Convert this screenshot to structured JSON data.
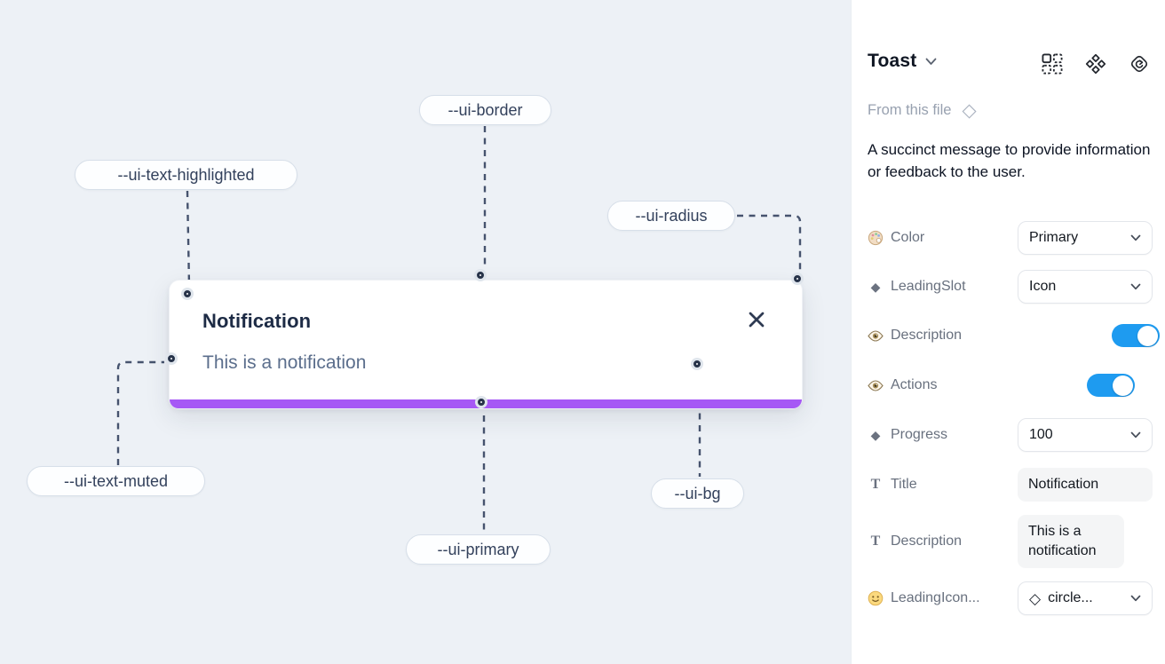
{
  "canvas": {
    "card": {
      "title": "Notification",
      "description": "This is a notification"
    },
    "labels": [
      {
        "text": "--ui-border"
      },
      {
        "text": "--ui-text-highlighted"
      },
      {
        "text": "--ui-radius"
      },
      {
        "text": "--ui-text-muted"
      },
      {
        "text": "--ui-primary"
      },
      {
        "text": "--ui-bg"
      }
    ],
    "colors": {
      "background": "#edf1f6",
      "primary_bar": "#a658f5",
      "title_text": "#1d2b45",
      "muted_text": "#5b6e8c",
      "dash_line": "#46536e"
    }
  },
  "panel": {
    "title": "Toast",
    "source": "From this file",
    "description": "A succinct message to provide information or feedback to the user.",
    "header_icons": [
      "variants-grid",
      "component-set",
      "return-to-instance"
    ],
    "properties": [
      {
        "label": "Color",
        "icon": "palette-icon",
        "control": "select",
        "value": "Primary"
      },
      {
        "label": "LeadingSlot",
        "icon": "diamond-icon",
        "control": "select",
        "value": "Icon"
      },
      {
        "label": "Description",
        "icon": "eye-icon",
        "control": "toggle",
        "value": "on"
      },
      {
        "label": "Actions",
        "icon": "eye-icon",
        "control": "toggle",
        "value": "on"
      },
      {
        "label": "Progress",
        "icon": "diamond-icon",
        "control": "select",
        "value": "100"
      },
      {
        "label": "Title",
        "icon": "text-icon",
        "control": "text",
        "value": "Notification"
      },
      {
        "label": "Description",
        "icon": "text-icon",
        "control": "text",
        "value": "This is a notification"
      },
      {
        "label": "LeadingIcon...",
        "icon": "smiley-icon",
        "control": "select",
        "value": "circle...",
        "value_icon": "diamond-outline"
      }
    ],
    "colors": {
      "toggle_on": "#1e9bf0"
    }
  }
}
